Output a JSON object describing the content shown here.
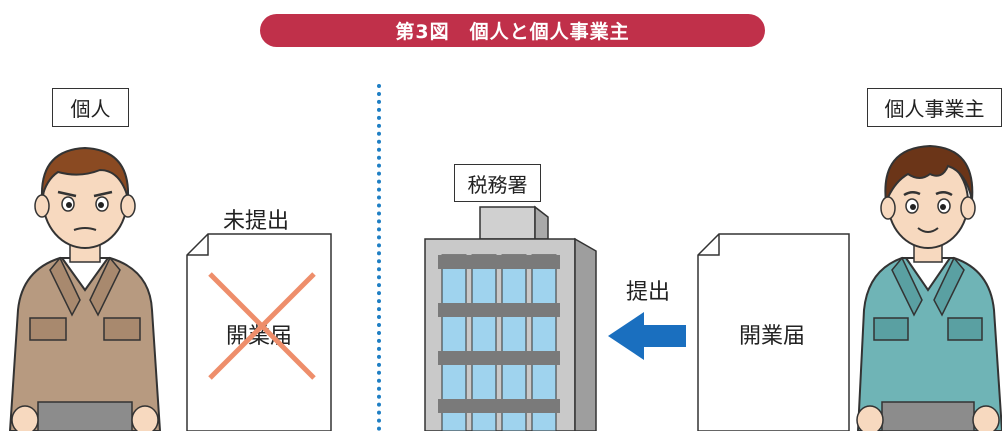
{
  "title": "第3図　個人と個人事業主",
  "left": {
    "label": "個人",
    "status": "未提出",
    "document": "開業届"
  },
  "center": {
    "label": "税務署",
    "action": "提出"
  },
  "right": {
    "label": "個人事業主",
    "document": "開業届"
  },
  "colors": {
    "banner": "#c0304a",
    "divider": "#1f7fc4",
    "arrow": "#1a6fbf",
    "cross": "#ee8e6b",
    "left_jacket": "#b79a80",
    "right_jacket": "#6fb4b6",
    "window": "#9fd3ee"
  },
  "icons": [
    "person-icon",
    "building-icon",
    "document-icon",
    "arrow-left-icon",
    "cross-icon"
  ]
}
